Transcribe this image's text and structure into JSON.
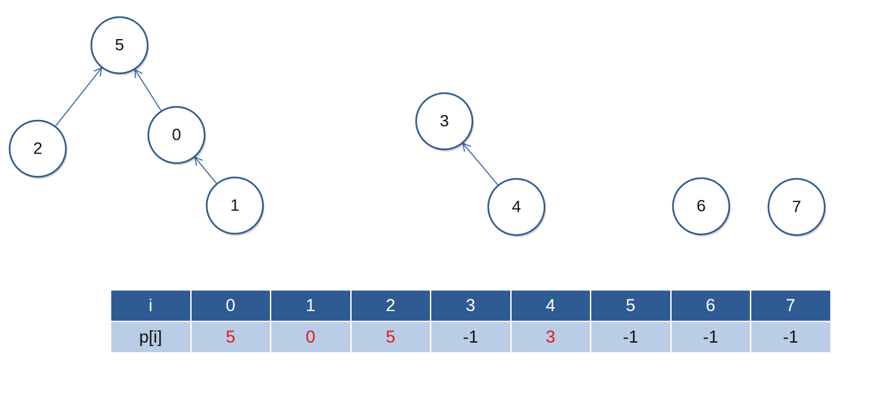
{
  "nodes": [
    {
      "id": "5",
      "label": "5"
    },
    {
      "id": "2",
      "label": "2"
    },
    {
      "id": "0",
      "label": "0"
    },
    {
      "id": "1",
      "label": "1"
    },
    {
      "id": "3",
      "label": "3"
    },
    {
      "id": "4",
      "label": "4"
    },
    {
      "id": "6",
      "label": "6"
    },
    {
      "id": "7",
      "label": "7"
    }
  ],
  "edges": [
    {
      "from": "2",
      "to": "5"
    },
    {
      "from": "0",
      "to": "5"
    },
    {
      "from": "1",
      "to": "0"
    },
    {
      "from": "4",
      "to": "3"
    }
  ],
  "colors": {
    "node_stroke": "#2e5c8f",
    "edge": "#3d6aa0",
    "header_bg": "#2f5b94",
    "row_bg": "#b9cde6",
    "highlight": "#e8141b"
  },
  "table": {
    "header": [
      "i",
      "0",
      "1",
      "2",
      "3",
      "4",
      "5",
      "6",
      "7"
    ],
    "row": [
      "p[i]",
      "5",
      "0",
      "5",
      "-1",
      "3",
      "-1",
      "-1",
      "-1"
    ],
    "highlighted": [
      1,
      2,
      3,
      5
    ]
  }
}
